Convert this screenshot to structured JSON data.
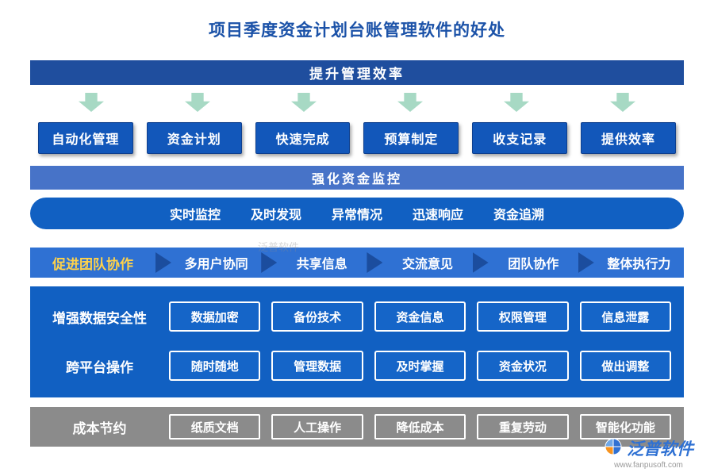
{
  "title": "项目季度资金计划台账管理软件的好处",
  "efficiency": {
    "banner": "提升管理效率",
    "items": [
      "自动化管理",
      "资金计划",
      "快速完成",
      "预算制定",
      "收支记录",
      "提供效率"
    ]
  },
  "monitor": {
    "banner": "强化资金监控",
    "items": [
      "实时监控",
      "及时发现",
      "异常情况",
      "迅速响应",
      "资金追溯"
    ]
  },
  "teamwork": {
    "label": "促进团队协作",
    "items": [
      "多用户协同",
      "共享信息",
      "交流意见",
      "团队协作",
      "整体执行力"
    ]
  },
  "security": {
    "row1": {
      "label": "增强数据安全性",
      "items": [
        "数据加密",
        "备份技术",
        "资金信息",
        "权限管理",
        "信息泄露"
      ]
    },
    "row2": {
      "label": "跨平台操作",
      "items": [
        "随时随地",
        "管理数据",
        "及时掌握",
        "资金状况",
        "做出调整"
      ]
    }
  },
  "cost": {
    "label": "成本节约",
    "items": [
      "纸质文档",
      "人工操作",
      "降低成本",
      "重复劳动",
      "智能化功能"
    ]
  },
  "footer": {
    "brand": "泛普软件",
    "url": "www.fanpusoft.com"
  },
  "watermark": "泛普软件",
  "colors": {
    "title_blue": "#1b52a8",
    "banner_dark_blue": "#1f4e9e",
    "button_blue": "#1257ba",
    "banner_mid_blue": "#4773c8",
    "panel_blue": "#1160c2",
    "strip_blue": "#2f71d3",
    "chevron_dark_blue": "#1b4d9e",
    "highlight_yellow": "#ffd24a",
    "arrow_green": "#a7d9c4",
    "cost_gray": "#8b8b8b",
    "logo_orange": "#f7931e"
  }
}
